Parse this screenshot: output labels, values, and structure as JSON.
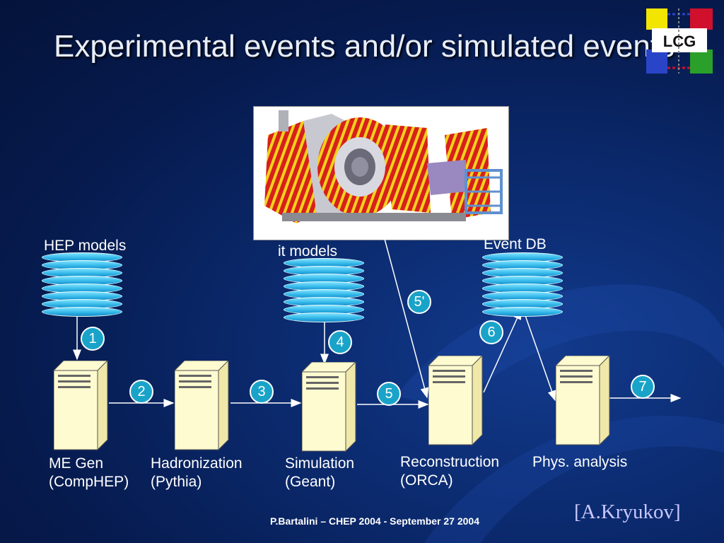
{
  "title": "Experimental events and/or simulated events",
  "logo_text": "LCG",
  "db_labels": {
    "hep_models": "HEP models",
    "it_models": "it models",
    "event_db": "Event DB"
  },
  "steps": [
    "1",
    "2",
    "3",
    "4",
    "5",
    "5'",
    "6",
    "7"
  ],
  "stages": [
    {
      "line1": "ME Gen",
      "line2": "(CompHEP)"
    },
    {
      "line1": "Hadronization",
      "line2": "(Pythia)"
    },
    {
      "line1": "Simulation",
      "line2": "(Geant)"
    },
    {
      "line1": "Reconstruction",
      "line2": "(ORCA)"
    },
    {
      "line1": "Phys. analysis",
      "line2": ""
    }
  ],
  "footer": "P.Bartalini – CHEP 2004 - September 27 2004",
  "credit": "[A.Kryukov]",
  "colors": {
    "background": "#0b2a6e",
    "step_circle": "#1aa3c9",
    "database": "#2eb3e6",
    "server": "#fffbd0"
  }
}
